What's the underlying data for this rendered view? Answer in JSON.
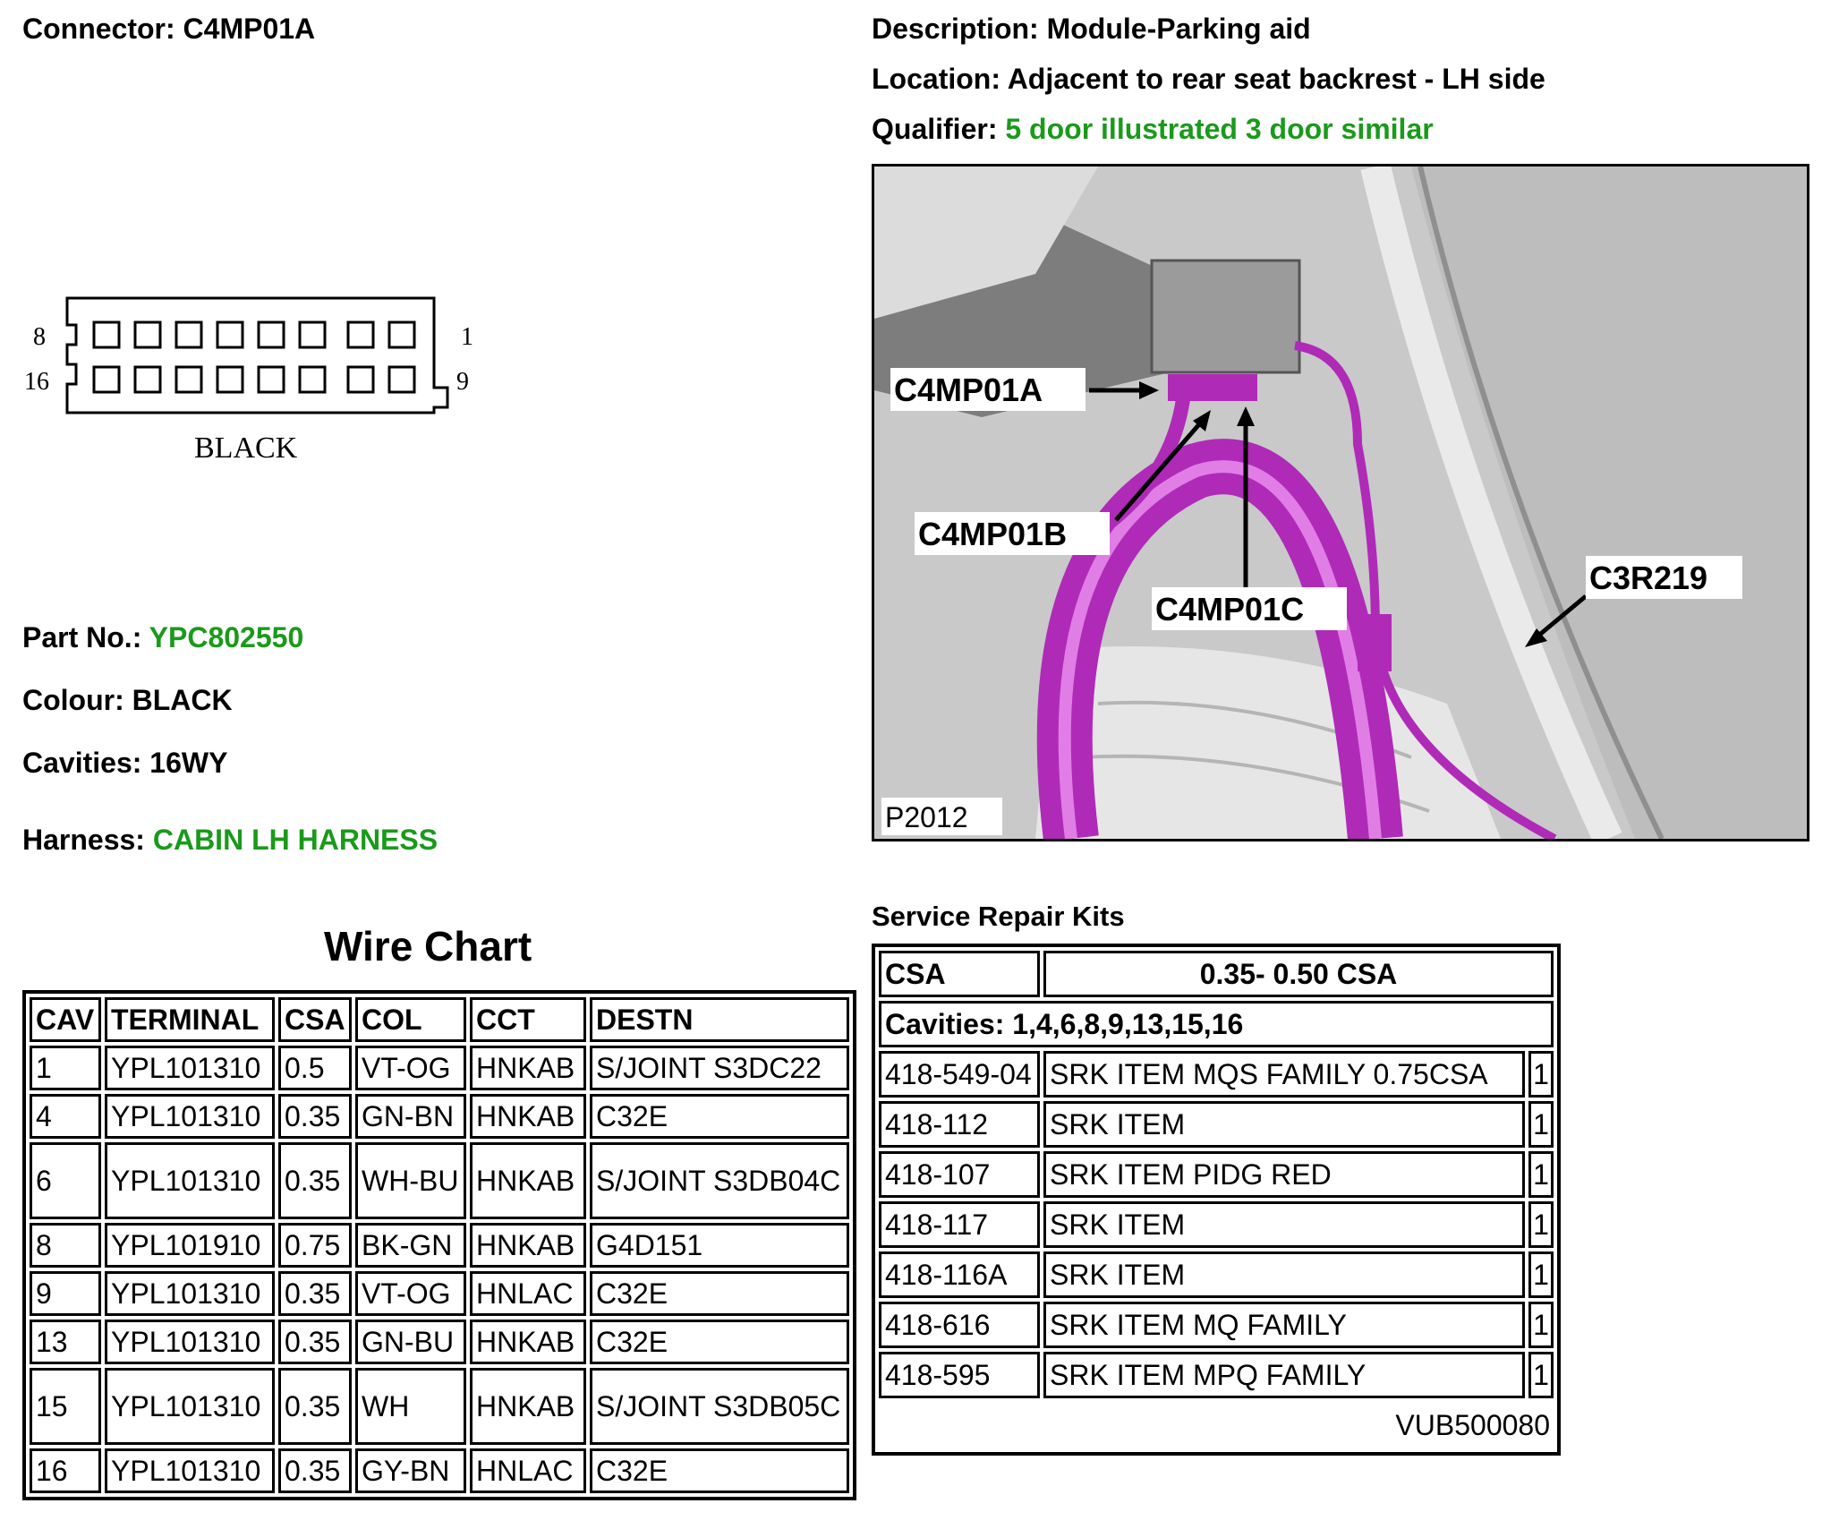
{
  "header": {
    "connector_label": "Connector:",
    "connector_value": "C4MP01A",
    "description_label": "Description:",
    "description_value": "Module-Parking aid",
    "location_label": "Location:",
    "location_value": "Adjacent to rear seat backrest - LH side",
    "qualifier_label": "Qualifier:",
    "qualifier_value": "5 door illustrated 3 door similar"
  },
  "connector_face": {
    "pin_top_left": "8",
    "pin_top_right": "1",
    "pin_bottom_left": "16",
    "pin_bottom_right": "9",
    "color_caption": "BLACK"
  },
  "details": {
    "part_label": "Part No.:",
    "part_value": "YPC802550",
    "colour_label": "Colour:",
    "colour_value": "BLACK",
    "cavities_label": "Cavities:",
    "cavities_value": "16WY",
    "harness_label": "Harness:",
    "harness_value": "CABIN LH HARNESS"
  },
  "photo": {
    "callouts": [
      "C4MP01A",
      "C4MP01B",
      "C4MP01C",
      "C3R219"
    ],
    "reference": "P2012"
  },
  "wire_chart": {
    "title": "Wire Chart",
    "headers": [
      "CAV",
      "TERMINAL",
      "CSA",
      "COL",
      "CCT",
      "DESTN"
    ],
    "rows": [
      [
        "1",
        "YPL101310",
        "0.5",
        "VT-OG",
        "HNKAB",
        "S/JOINT S3DC22"
      ],
      [
        "4",
        "YPL101310",
        "0.35",
        "GN-BN",
        "HNKAB",
        "C32E"
      ],
      [
        "6",
        "YPL101310",
        "0.35",
        "WH-BU",
        "HNKAB",
        "S/JOINT S3DB04C"
      ],
      [
        "8",
        "YPL101910",
        "0.75",
        "BK-GN",
        "HNKAB",
        "G4D151"
      ],
      [
        "9",
        "YPL101310",
        "0.35",
        "VT-OG",
        "HNLAC",
        "C32E"
      ],
      [
        "13",
        "YPL101310",
        "0.35",
        "GN-BU",
        "HNKAB",
        "C32E"
      ],
      [
        "15",
        "YPL101310",
        "0.35",
        "WH",
        "HNKAB",
        "S/JOINT S3DB05C"
      ],
      [
        "16",
        "YPL101310",
        "0.35",
        "GY-BN",
        "HNLAC",
        "C32E"
      ]
    ]
  },
  "srk": {
    "title": "Service Repair Kits",
    "csa_label": "CSA",
    "csa_value": "0.35- 0.50 CSA",
    "cavities": "Cavities: 1,4,6,8,9,13,15,16",
    "rows": [
      [
        "418-549-04",
        "SRK ITEM MQS FAMILY 0.75CSA",
        "1"
      ],
      [
        "418-112",
        "SRK ITEM",
        "1"
      ],
      [
        "418-107",
        "SRK ITEM PIDG RED",
        "1"
      ],
      [
        "418-117",
        "SRK ITEM",
        "1"
      ],
      [
        "418-116A",
        "SRK ITEM",
        "1"
      ],
      [
        "418-616",
        "SRK ITEM MQ FAMILY",
        "1"
      ],
      [
        "418-595",
        "SRK ITEM MPQ FAMILY",
        "1"
      ]
    ],
    "footer": "VUB500080"
  },
  "colors": {
    "accent_green": "#1a9a1a",
    "harness_purple": "#b02ab8"
  }
}
